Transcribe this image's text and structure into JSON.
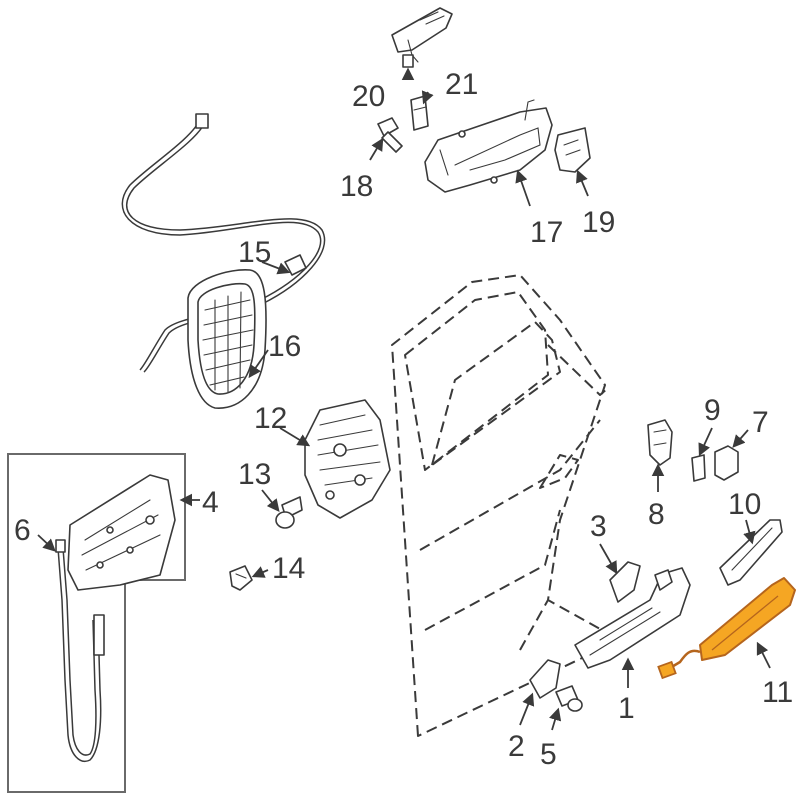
{
  "callouts": {
    "c1": "1",
    "c2": "2",
    "c3": "3",
    "c4": "4",
    "c5": "5",
    "c6": "6",
    "c7": "7",
    "c8": "8",
    "c9": "9",
    "c10": "10",
    "c11": "11",
    "c12": "12",
    "c13": "13",
    "c14": "14",
    "c15": "15",
    "c16": "16",
    "c17": "17",
    "c18": "18",
    "c19": "19",
    "c20": "20",
    "c21": "21"
  },
  "colors": {
    "line": "#3a3a3a",
    "highlight_fill": "#f5a623",
    "highlight_stroke": "#b5651d",
    "inset_border": "#6a6a6a",
    "background": "#ffffff"
  },
  "highlighted_part": "11"
}
